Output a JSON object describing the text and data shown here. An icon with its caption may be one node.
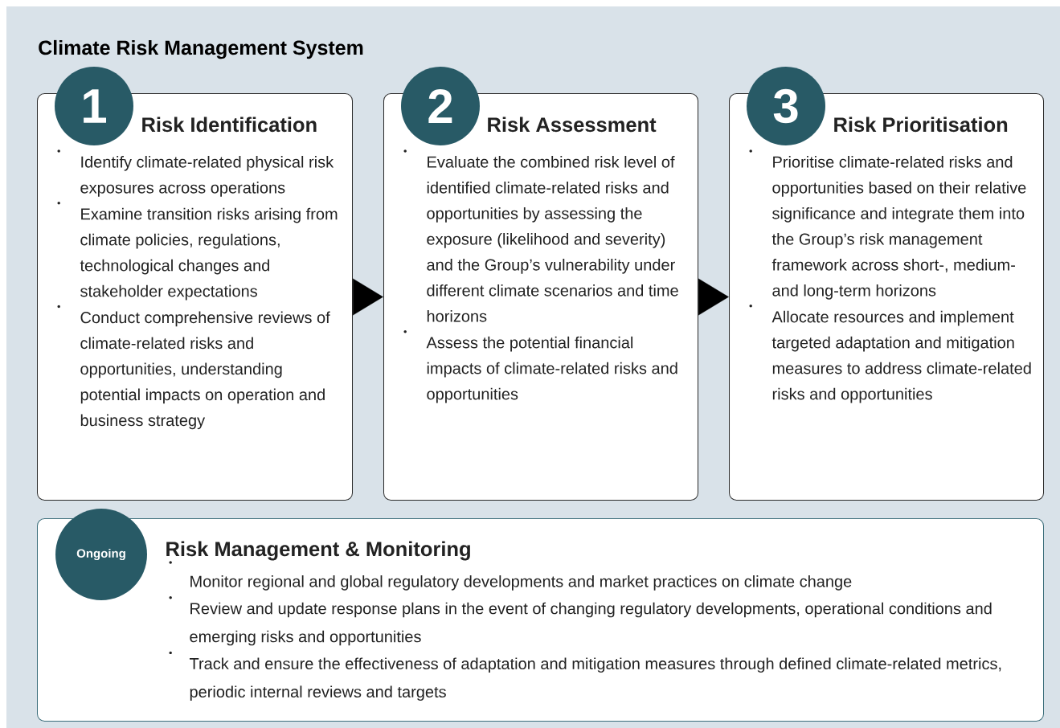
{
  "diagram": {
    "title": "Climate Risk Management System",
    "nodes": [
      {
        "text": [
          "1"
        ]
      },
      {
        "text": [
          "Risk Identification",
          "Identify climate-related physical risk exposures across operations",
          "Examine transition risks arising from climate policies, regulations, technological changes and stakeholder expectations",
          "Conduct comprehensive reviews of climate-related risks and opportunities, understanding potential impacts on operation and business strategy"
        ]
      },
      {
        "text": [
          "2"
        ]
      },
      {
        "text": [
          "Risk Assessment",
          "Evaluate the combined risk level of identified climate-related risks and opportunities by assessing the exposure (likelihood and severity) and the Group’s vulnerability under different climate scenarios and time horizons",
          "Assess the potential financial impacts of climate-related risks and opportunities"
        ]
      },
      {
        "text": [
          "3"
        ]
      },
      {
        "text": [
          "Risk Prioritisation",
          "Prioritise climate-related risks and opportunities based on their relative significance and integrate them into the Group’s risk management framework across short-, medium- and long-term horizons",
          "Allocate resources and implement targeted adaptation and mitigation measures to address climate-related risks and opportunities"
        ]
      },
      {
        "text": [
          "Ongoing"
        ]
      },
      {
        "text": [
          "Risk Management & Monitoring",
          "Monitor regional and global regulatory developments and market practices on climate change",
          "Review and update response plans in the event of changing regulatory developments, operational conditions and emerging risks and opportunities",
          "Track and ensure the effectiveness of adaptation and mitigation measures through defined climate-related metrics, periodic internal reviews and targets"
        ]
      }
    ],
    "edges": [
      {
        "from": 1,
        "to": 3,
        "arrow": "to"
      },
      {
        "from": 3,
        "to": 5,
        "arrow": "to"
      }
    ]
  }
}
